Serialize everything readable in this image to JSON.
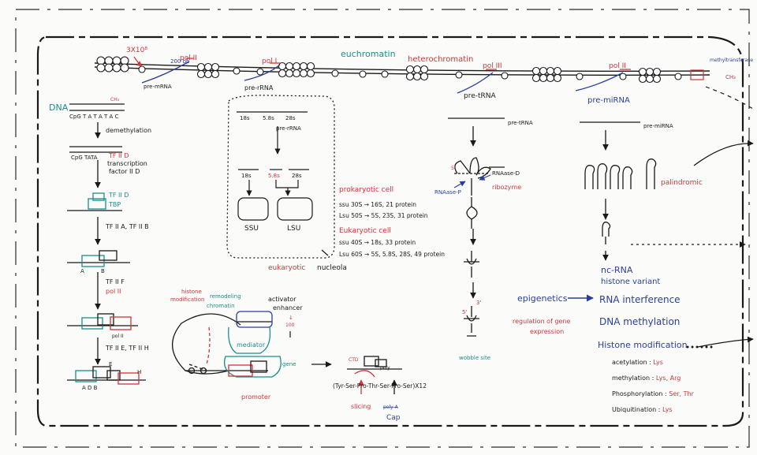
{
  "colors": {
    "black": "#1a1a1a",
    "red": "#d2333b",
    "teal": "#1b8f8a",
    "blue": "#2a3f9c",
    "board": "#fbfbfa"
  },
  "top": {
    "count": "3X10⁸",
    "bp": "200 bp",
    "pol2": "pol II",
    "pol1": "pol I",
    "pol3": "pol III",
    "pol2b": "pol II",
    "euchromatin": "euchromatin",
    "heterochromatin": "heterochromatin",
    "methyltransferase": "methyltransferase",
    "ch3": "CH₃",
    "premrna": "pre-mRNA",
    "prerrna": "pre-rRNA",
    "pretrna": "pre-tRNA",
    "premirna": "pre-miRNA"
  },
  "col1": {
    "dna": "DNA",
    "seq1": "CpG  T A T A  T A C",
    "ch3": "CH₃",
    "demeth": "demethylation",
    "seq2": "CpG   TATA",
    "tf1": "TF II D",
    "tf2": "transcription",
    "tf3": "factor II D",
    "tfiid": "TF II D",
    "tbp": "TBP",
    "tf4": "TF II A, TF II B",
    "a": "A",
    "b": "B",
    "tf5": "TF II F",
    "pol2": "pol II",
    "polx": "pol II",
    "tf6": "TF II E, TF II H",
    "e": "E",
    "h": "H",
    "adb": "A  D  B"
  },
  "rrna": {
    "pre": "pre-rRNA",
    "s18": "18s",
    "s58": "5.8s",
    "s28": "28s",
    "b18": "18s",
    "b58": "5.8s",
    "b28": "28s",
    "ssu": "SSU",
    "lsu": "LSU",
    "euk": "eukaryotic",
    "nucleola": "nucleola"
  },
  "ribosome": {
    "prok": "prokaryotic cell",
    "p1": "ssu  30S → 16S, 21 protein",
    "p2": "Lsu  50S → 5S, 23S,  31 protein",
    "euk": "Eukaryotic cell",
    "e1": "ssu  40S → 18s,  33 protein",
    "e2": "Lsu  60S → 5S, 5.8S, 28S, 49 protein"
  },
  "trna": {
    "pre": "pre-tRNA",
    "rnaseD": "RNAase-D",
    "rnaseP": "RNAase-P",
    "ribozyme": "ribozyme",
    "five": "5'",
    "three": "3'",
    "wobble": "wobble site",
    "b5": "5'"
  },
  "mirna": {
    "pre": "pre-miRNA",
    "palindromic": "palindromic"
  },
  "bottom": {
    "hist1": "histone",
    "hist2": "modification",
    "remod": "remodeling",
    "chrom": "chromatin",
    "activator": "activator",
    "enhancer": "enhancer",
    "kb": "100",
    "kbsym": "↓",
    "mediator": "mediator",
    "gene": "gene",
    "promoter": "promoter",
    "pfx": "(Tyr-Ser-Pro-Thr-Ser-Pro-Ser)X12",
    "slicing": "slicing",
    "cap": "Cap",
    "capx": "poly A",
    "ctd": "CTD",
    "poly": "poly"
  },
  "epi": {
    "epigenetics": "epigenetics",
    "reg1": "regulation of gene",
    "reg2": "expression",
    "nc": "nc-RNA",
    "hv": "histone variant",
    "rnai": "RNA interference",
    "dnam": "DNA methylation",
    "hm": "Histone modification",
    "ac": "acetylation : ",
    "acv": "Lys",
    "me": "methylation : ",
    "mev": "Lys, Arg",
    "ph": "Phosphorylation : ",
    "phv": "Ser, Thr",
    "ub": "Ubiquitination : ",
    "ubv": "Lys"
  }
}
